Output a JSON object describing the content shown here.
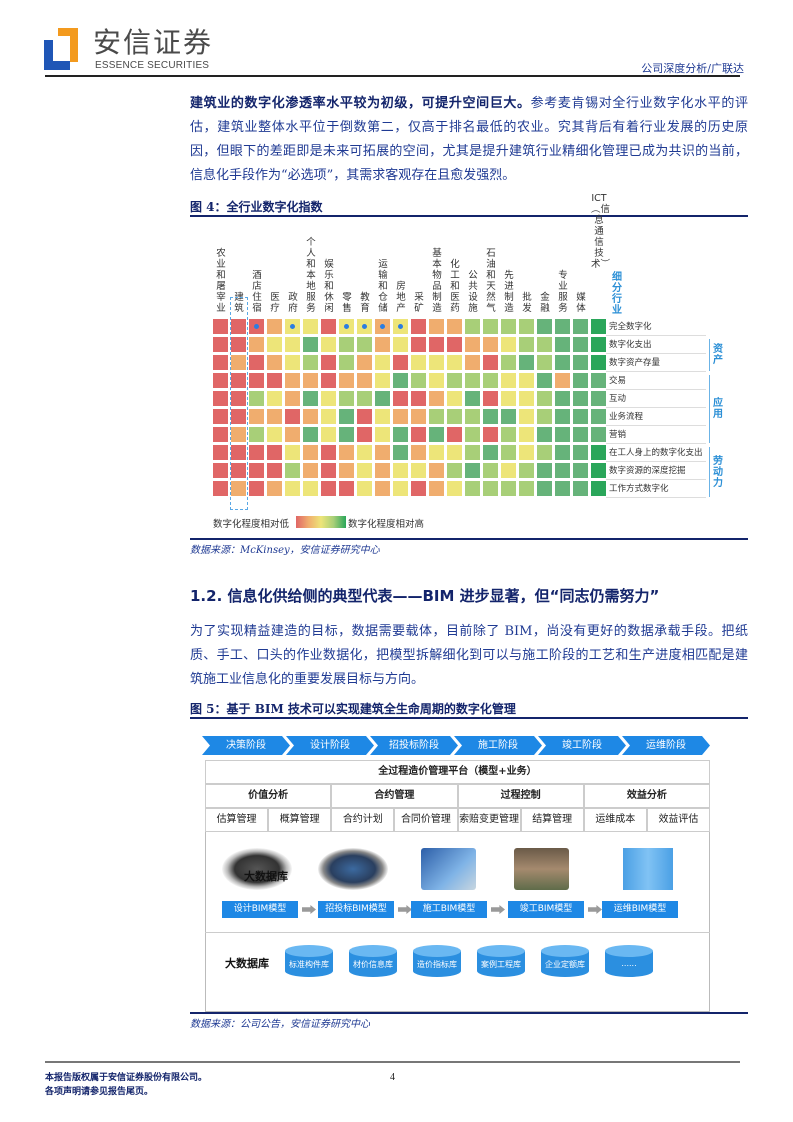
{
  "header": {
    "logo_cn": "安信证券",
    "logo_en": "ESSENCE SECURITIES",
    "report_type": "公司深度分析/广联达",
    "brand_colors": {
      "blue": "#1f56b6",
      "orange": "#f39a1e"
    }
  },
  "intro_paragraph": {
    "bold": "建筑业的数字化渗透率水平较为初级，可提升空间巨大。",
    "text": "参考麦肯锡对全行业数字化水平的评估，建筑业整体水平位于倒数第二，仅高于排名最低的农业。究其背后有着行业发展的历史原因，但眼下的差距即是未来可拓展的空间，尤其是提升建筑行业精细化管理已成为共识的当前，信息化手段作为“必选项”，其需求客观存在且愈发强烈。"
  },
  "figure4": {
    "title": "图 4：全行业数字化指数",
    "source": "数据来源：McKinsey，安信证券研究中心",
    "legend_low": "数字化程度相对低",
    "legend_high": "数字化程度相对高",
    "sector_header": "细分行业"
  },
  "chart_data": {
    "type": "heatmap",
    "title": "全行业数字化指数",
    "color_scale": {
      "R": "#e06666",
      "O": "#f0ad6e",
      "Y": "#ede579",
      "LG": "#a8cf78",
      "MG": "#66b37a",
      "DG": "#2aa65a"
    },
    "scale_order_low_to_high": [
      "R",
      "O",
      "Y",
      "LG",
      "MG",
      "DG"
    ],
    "columns": [
      "农业和屠宰业",
      "建筑",
      "酒店住宿",
      "医疗",
      "政府",
      "个人和本地服务",
      "娱乐和休闲",
      "零售",
      "教育",
      "运输和仓储",
      "房地产",
      "采矿",
      "基本物品制造",
      "化工和医药",
      "公共设施",
      "石油和天然气",
      "先进制造",
      "批发",
      "金融",
      "专业服务",
      "媒体",
      "ICT（信息通信技术）"
    ],
    "highlighted_column": "建筑",
    "dot_columns": [
      "酒店住宿",
      "政府",
      "零售",
      "教育",
      "运输和仓储",
      "房地产"
    ],
    "row_groups": [
      {
        "name": "",
        "rows": [
          "完全数字化"
        ]
      },
      {
        "name": "资产",
        "rows": [
          "数字化支出",
          "数字资产存量"
        ]
      },
      {
        "name": "应用",
        "rows": [
          "交易",
          "互动",
          "业务流程",
          "营销"
        ]
      },
      {
        "name": "劳动力",
        "rows": [
          "在工人身上的数字化支出",
          "数字资源的深度挖掘",
          "工作方式数字化"
        ]
      }
    ],
    "rows": [
      {
        "label": "完全数字化",
        "values": [
          "R",
          "R",
          "R",
          "O",
          "Y",
          "Y",
          "R",
          "Y",
          "Y",
          "O",
          "Y",
          "R",
          "O",
          "O",
          "LG",
          "LG",
          "LG",
          "LG",
          "MG",
          "MG",
          "MG",
          "DG"
        ]
      },
      {
        "label": "数字化支出",
        "values": [
          "R",
          "R",
          "O",
          "Y",
          "Y",
          "MG",
          "Y",
          "LG",
          "LG",
          "O",
          "Y",
          "R",
          "R",
          "R",
          "O",
          "O",
          "Y",
          "LG",
          "LG",
          "MG",
          "MG",
          "DG"
        ]
      },
      {
        "label": "数字资产存量",
        "values": [
          "R",
          "O",
          "R",
          "O",
          "Y",
          "LG",
          "R",
          "LG",
          "O",
          "Y",
          "R",
          "Y",
          "Y",
          "Y",
          "O",
          "R",
          "LG",
          "MG",
          "LG",
          "MG",
          "MG",
          "DG"
        ]
      },
      {
        "label": "交易",
        "values": [
          "R",
          "R",
          "R",
          "R",
          "O",
          "O",
          "R",
          "O",
          "O",
          "Y",
          "MG",
          "LG",
          "Y",
          "LG",
          "LG",
          "LG",
          "Y",
          "Y",
          "MG",
          "O",
          "MG",
          "MG"
        ]
      },
      {
        "label": "互动",
        "values": [
          "R",
          "R",
          "LG",
          "Y",
          "O",
          "MG",
          "Y",
          "LG",
          "LG",
          "MG",
          "R",
          "R",
          "O",
          "Y",
          "MG",
          "R",
          "Y",
          "Y",
          "LG",
          "MG",
          "MG",
          "MG"
        ]
      },
      {
        "label": "业务流程",
        "values": [
          "R",
          "R",
          "O",
          "O",
          "R",
          "O",
          "Y",
          "MG",
          "R",
          "Y",
          "O",
          "O",
          "LG",
          "LG",
          "LG",
          "MG",
          "MG",
          "Y",
          "LG",
          "MG",
          "MG",
          "MG"
        ]
      },
      {
        "label": "营销",
        "values": [
          "R",
          "O",
          "LG",
          "Y",
          "O",
          "MG",
          "Y",
          "MG",
          "R",
          "Y",
          "MG",
          "R",
          "MG",
          "R",
          "LG",
          "R",
          "LG",
          "Y",
          "MG",
          "MG",
          "MG",
          "MG"
        ]
      },
      {
        "label": "在工人身上的数字化支出",
        "values": [
          "R",
          "R",
          "R",
          "R",
          "Y",
          "O",
          "R",
          "O",
          "Y",
          "O",
          "MG",
          "O",
          "Y",
          "Y",
          "LG",
          "MG",
          "LG",
          "Y",
          "LG",
          "MG",
          "MG",
          "DG"
        ]
      },
      {
        "label": "数字资源的深度挖掘",
        "values": [
          "R",
          "R",
          "R",
          "R",
          "LG",
          "O",
          "R",
          "O",
          "Y",
          "O",
          "Y",
          "Y",
          "O",
          "LG",
          "MG",
          "LG",
          "Y",
          "LG",
          "MG",
          "MG",
          "MG",
          "DG"
        ]
      },
      {
        "label": "工作方式数字化",
        "values": [
          "R",
          "O",
          "R",
          "O",
          "Y",
          "Y",
          "R",
          "R",
          "Y",
          "O",
          "Y",
          "R",
          "O",
          "Y",
          "LG",
          "LG",
          "LG",
          "LG",
          "MG",
          "MG",
          "MG",
          "DG"
        ]
      }
    ]
  },
  "section_1_2": {
    "title": "1.2. 信息化供给侧的典型代表——BIM 进步显著，但“同志仍需努力”",
    "paragraph": "为了实现精益建造的目标，数据需要载体，目前除了 BIM，尚没有更好的数据承载手段。把纸质、手工、口头的作业数据化，把模型拆解细化到可以与施工阶段的工艺和生产进度相匹配是建筑施工业信息化的重要发展目标与方向。"
  },
  "figure5": {
    "title": "图 5：基于 BIM 技术可以实现建筑全生命周期的数字化管理",
    "source": "数据来源：公司公告，安信证券研究中心",
    "stages": [
      "决策阶段",
      "设计阶段",
      "招投标阶段",
      "施工阶段",
      "竣工阶段",
      "运维阶段"
    ],
    "platform_title": "全过程造价管理平台（模型+业务）",
    "categories": [
      {
        "name": "价值分析",
        "items": [
          "估算管理",
          "概算管理"
        ]
      },
      {
        "name": "合约管理",
        "items": [
          "合约计划",
          "合同价管理"
        ]
      },
      {
        "name": "过程控制",
        "items": [
          "索赔变更管理",
          "结算管理"
        ]
      },
      {
        "name": "效益分析",
        "items": [
          "运维成本",
          "效益评估"
        ]
      }
    ],
    "image_overlay_label": "大数据库",
    "models": [
      "设计BIM模型",
      "招投标BIM模型",
      "施工BIM模型",
      "竣工BIM模型",
      "运维BIM模型"
    ],
    "database_label": "大数据库",
    "databases": [
      "标准构件库",
      "材价信息库",
      "造价指标库",
      "案例工程库",
      "企业定额库",
      "......"
    ]
  },
  "footer": {
    "line1": "本报告版权属于安信证券股份有限公司。",
    "line2": "各项声明请参见报告尾页。",
    "page_number": "4"
  }
}
